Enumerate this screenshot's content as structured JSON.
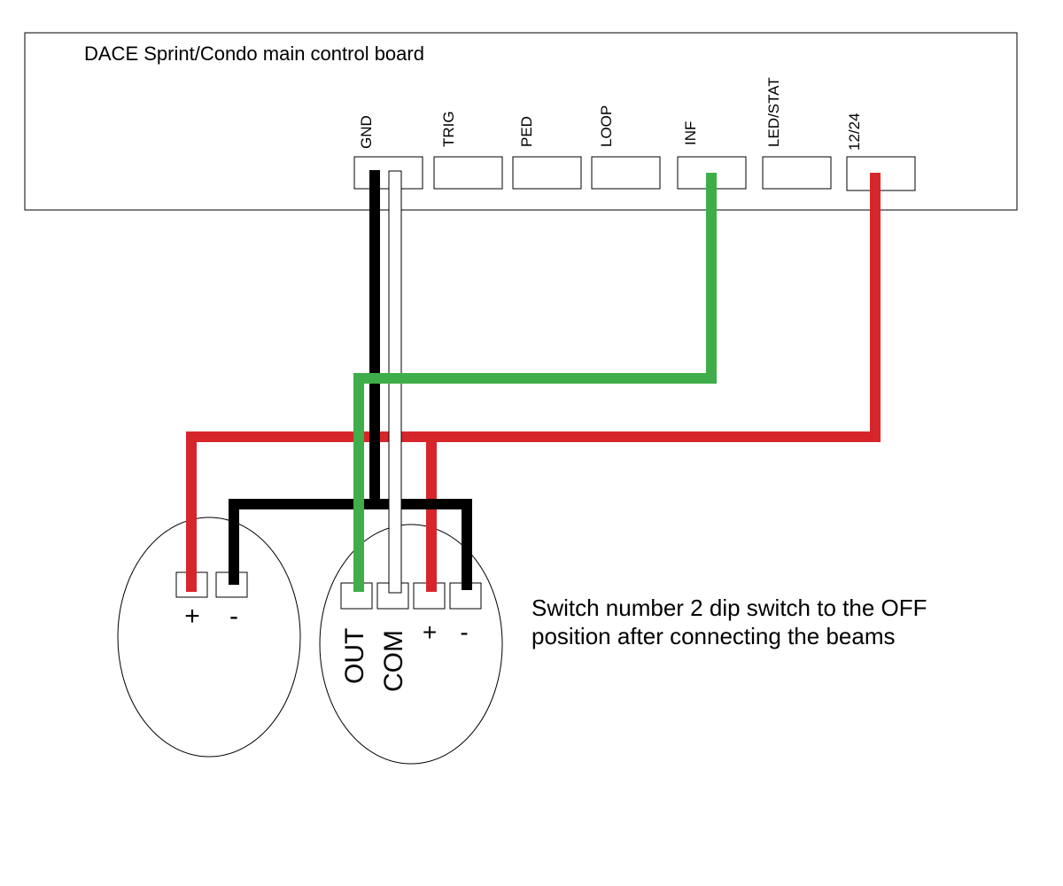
{
  "board": {
    "title": "DACE Sprint/Condo main control board",
    "terminals": [
      {
        "id": "gnd",
        "label": "GND"
      },
      {
        "id": "trig",
        "label": "TRIG"
      },
      {
        "id": "ped",
        "label": "PED"
      },
      {
        "id": "loop",
        "label": "LOOP"
      },
      {
        "id": "inf",
        "label": "INF"
      },
      {
        "id": "ledstat",
        "label": "LED/STAT"
      },
      {
        "id": "v1224",
        "label": "12/24"
      }
    ]
  },
  "left_beam": {
    "plus": "+",
    "minus": "-"
  },
  "right_beam": {
    "out": "OUT",
    "com": "COM",
    "plus": "+",
    "minus": "-"
  },
  "note": {
    "line1": "Switch number 2 dip switch to the OFF",
    "line2": "position after connecting the beams"
  },
  "colors": {
    "red": "#d7262b",
    "black": "#000000",
    "green": "#3fad49",
    "white": "#ffffff"
  }
}
